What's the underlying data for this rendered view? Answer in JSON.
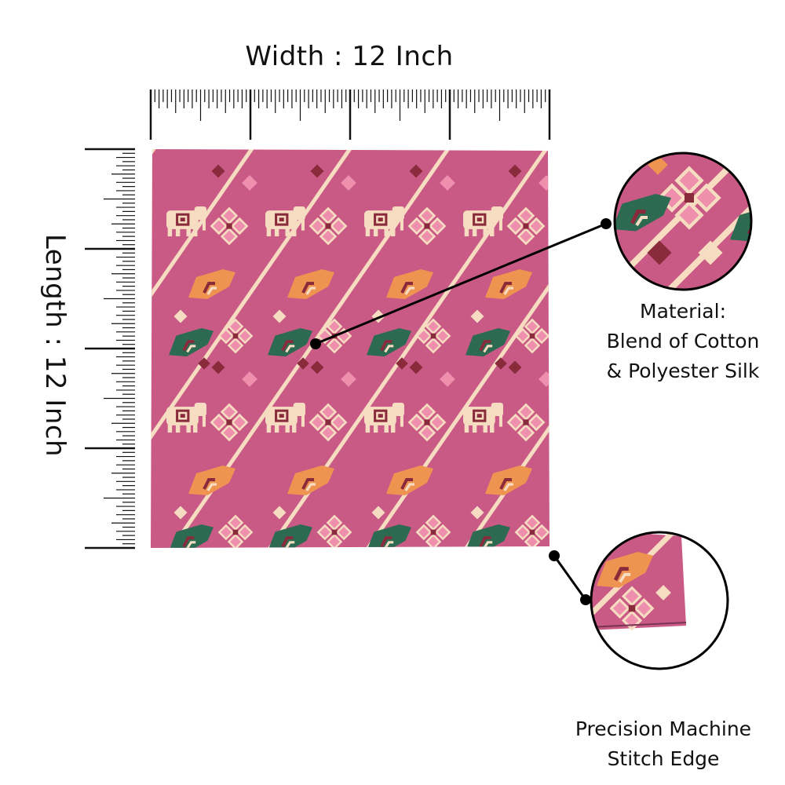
{
  "labels": {
    "width": "Width : 12 Inch",
    "length": "Length : 12 Inch"
  },
  "callouts": {
    "material": [
      "Material:",
      "Blend of Cotton",
      "& Polyester Silk"
    ],
    "stitch": [
      "Precision Machine",
      "Stitch Edge"
    ]
  },
  "colors": {
    "fabric": "#c95a86",
    "fabric_light": "#d77098",
    "cream": "#f6dcc0",
    "pink_petal": "#ef8fae",
    "maroon": "#8a2b3c",
    "orange": "#ee9450",
    "green": "#2d6a52",
    "ruler": "#111111"
  },
  "rows": {
    "elephants": 2,
    "motifs_per_row": 4
  }
}
